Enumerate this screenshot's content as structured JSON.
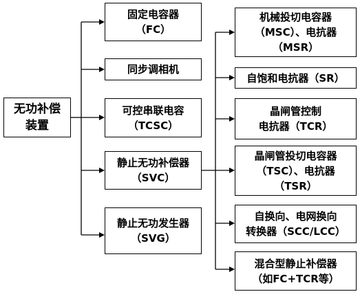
{
  "root": {
    "line1": "无功补偿",
    "line2": "装置"
  },
  "level1": [
    {
      "line1": "固定电容器",
      "line2": "（FC）"
    },
    {
      "line1": "同步调相机"
    },
    {
      "line1": "可控串联电容",
      "line2": "（TCSC）"
    },
    {
      "line1": "静止无功补偿器",
      "line2": "（SVC）"
    },
    {
      "line1": "静止无功发生器",
      "line2": "（SVG）"
    }
  ],
  "level2": [
    {
      "line1": "机械投切电容器",
      "line2": "（MSC）、电抗器",
      "line3": "（MSR）"
    },
    {
      "line1": "自饱和电抗器（SR）"
    },
    {
      "line1": "晶闸管控制",
      "line2": "电抗器（TCR）"
    },
    {
      "line1": "晶闸管投切电容器",
      "line2": "（TSC）、电抗器",
      "line3": "（TSR）"
    },
    {
      "line1": "自换向、电网换向",
      "line2": "转换器（SCC/LCC）"
    },
    {
      "line1": "混合型静止补偿器",
      "line2": "（如FC+TCR等）"
    }
  ]
}
